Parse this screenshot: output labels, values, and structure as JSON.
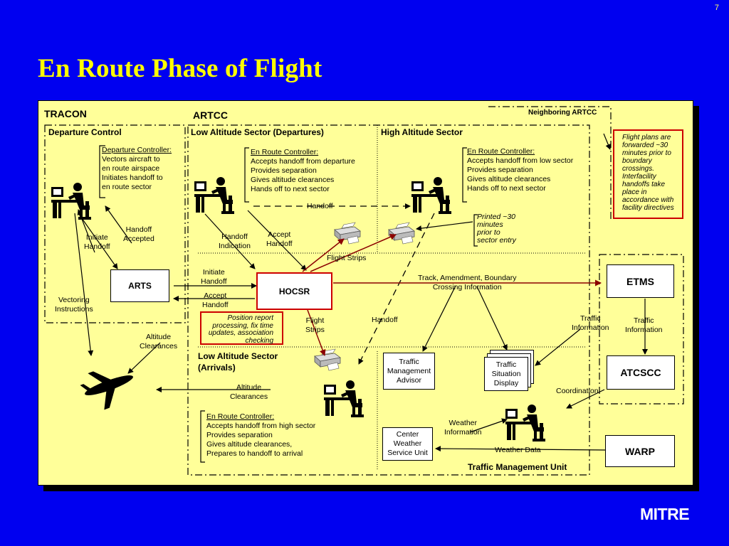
{
  "slide_number": "7",
  "title": "En Route Phase of Flight",
  "regions": {
    "tracon": "TRACON",
    "artcc": "ARTCC",
    "neighboring": "Neighboring ARTCC",
    "departure_control": "Departure Control",
    "low_alt_departures": "Low Altitude Sector (Departures)",
    "high_alt": "High Altitude Sector",
    "low_alt_arrivals_1": "Low Altitude Sector",
    "low_alt_arrivals_2": "(Arrivals)",
    "tmu": "Traffic Management Unit"
  },
  "controllers": {
    "departure": {
      "heading": "Departure Controller:",
      "lines": [
        "Vectors aircraft to",
        "en route airspace",
        "Initiates handoff to",
        "en route sector"
      ]
    },
    "low_dep": {
      "heading": "En Route Controller:",
      "lines": [
        "Accepts handoff from departure",
        "Provides separation",
        "Gives altitude clearances",
        "Hands off to next sector"
      ]
    },
    "high": {
      "heading": "En Route Controller:",
      "lines": [
        "Accepts handoff from low sector",
        "Provides separation",
        "Gives altitude clearances",
        "Hands off to next sector"
      ]
    },
    "arrivals": {
      "heading": "En Route Controller:",
      "lines": [
        "Accepts handoff from high sector",
        "Provides separation",
        "Gives altitude clearances,",
        "Prepares to handoff to arrival"
      ]
    }
  },
  "systems": {
    "arts": "ARTS",
    "hocsr": "HOCSR",
    "etms": "ETMS",
    "atcscc": "ATCSCC",
    "warp": "WARP",
    "tma": [
      "Traffic",
      "Management",
      "Advisor"
    ],
    "tsd": [
      "Traffic",
      "Situation",
      "Display"
    ],
    "cwsu": [
      "Center",
      "Weather",
      "Service Unit"
    ]
  },
  "notes": {
    "flight_plans": [
      "Flight plans are",
      "forwarded ~30",
      "minutes prior to",
      "boundary",
      "crossings.",
      "Interfacility",
      "handoffs take",
      "place in",
      "accordance with",
      "facility directives"
    ],
    "printed": [
      "Printed ~30",
      "minutes",
      "prior to",
      "sector entry"
    ],
    "position_report": [
      "Position report",
      "processing, fix time",
      "updates, association",
      "checking"
    ]
  },
  "labels": {
    "initiate_handoff_1": [
      "Initiate",
      "Handoff"
    ],
    "handoff_accepted": [
      "Handoff",
      "Accepted"
    ],
    "vectoring": [
      "Vectoring",
      "Instructions"
    ],
    "altitude_clear_1": [
      "Altitude",
      "Clearances"
    ],
    "handoff_indication": [
      "Handoff",
      "Indication"
    ],
    "accept_handoff_1": [
      "Accept",
      "Handoff"
    ],
    "handoff_top": "Handoff",
    "flight_strips_top": "Flight Strips",
    "initiate_handoff_2": [
      "Initiate",
      "Handoff"
    ],
    "accept_handoff_2": [
      "Accept",
      "Handoff"
    ],
    "track_info": [
      "Track, Amendment, Boundary",
      "Crossing Information"
    ],
    "flight_strips_mid": [
      "Flight",
      "Strips"
    ],
    "handoff_mid": "Handoff",
    "traffic_info_1": [
      "Traffic",
      "Information"
    ],
    "traffic_info_2": [
      "Traffic",
      "Information"
    ],
    "altitude_clear_2": [
      "Altitude",
      "Clearances"
    ],
    "coordination": "Coordination",
    "weather_info": [
      "Weather",
      "Information"
    ],
    "weather_data": "Weather Data"
  },
  "logo": "MITRE"
}
